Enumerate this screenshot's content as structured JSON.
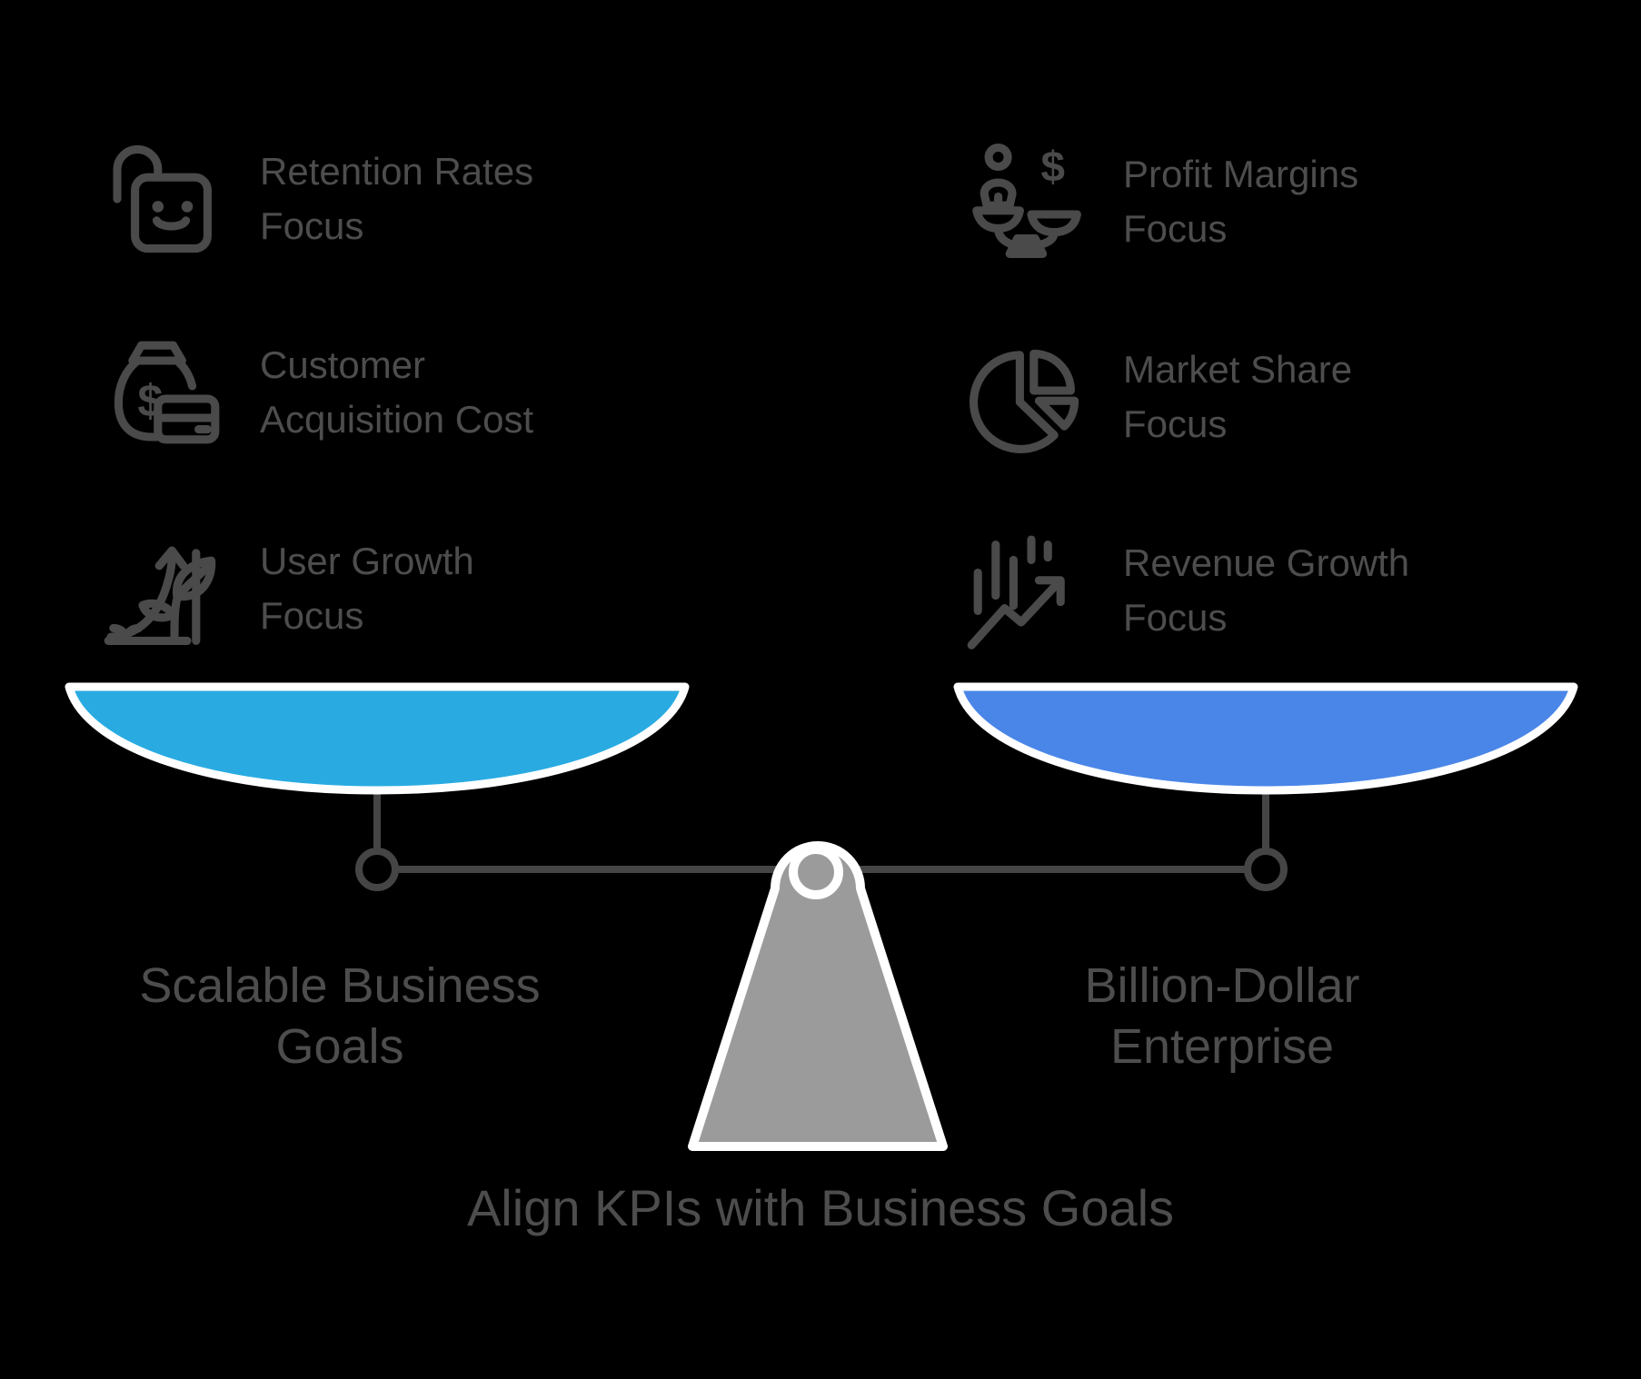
{
  "title": "Align KPIs with Business Goals",
  "colors": {
    "background": "#000000",
    "text": "#4D4D4D",
    "icon_stroke": "#4A4A4A",
    "line": "#454545",
    "left_pan": "#29ABE2",
    "right_pan": "#4A86E8",
    "fulcrum": "#9B9B9B",
    "outline": "#FFFFFF"
  },
  "left_side": {
    "pan_label": {
      "line1": "Scalable Business",
      "line2": "Goals"
    },
    "items": [
      {
        "icon": "lock-smiley-icon",
        "line1": "Retention Rates",
        "line2": "Focus"
      },
      {
        "icon": "money-bag-credit-card-icon",
        "line1": "Customer",
        "line2": "Acquisition Cost"
      },
      {
        "icon": "growth-sprout-arrow-icon",
        "line1": "User Growth",
        "line2": "Focus"
      }
    ]
  },
  "right_side": {
    "pan_label": {
      "line1": "Billion-Dollar",
      "line2": "Enterprise"
    },
    "items": [
      {
        "icon": "person-dollar-scale-icon",
        "line1": "Profit Margins",
        "line2": "Focus"
      },
      {
        "icon": "pie-chart-icon",
        "line1": "Market Share",
        "line2": "Focus"
      },
      {
        "icon": "bar-chart-arrow-icon",
        "line1": "Revenue Growth",
        "line2": "Focus"
      }
    ]
  }
}
